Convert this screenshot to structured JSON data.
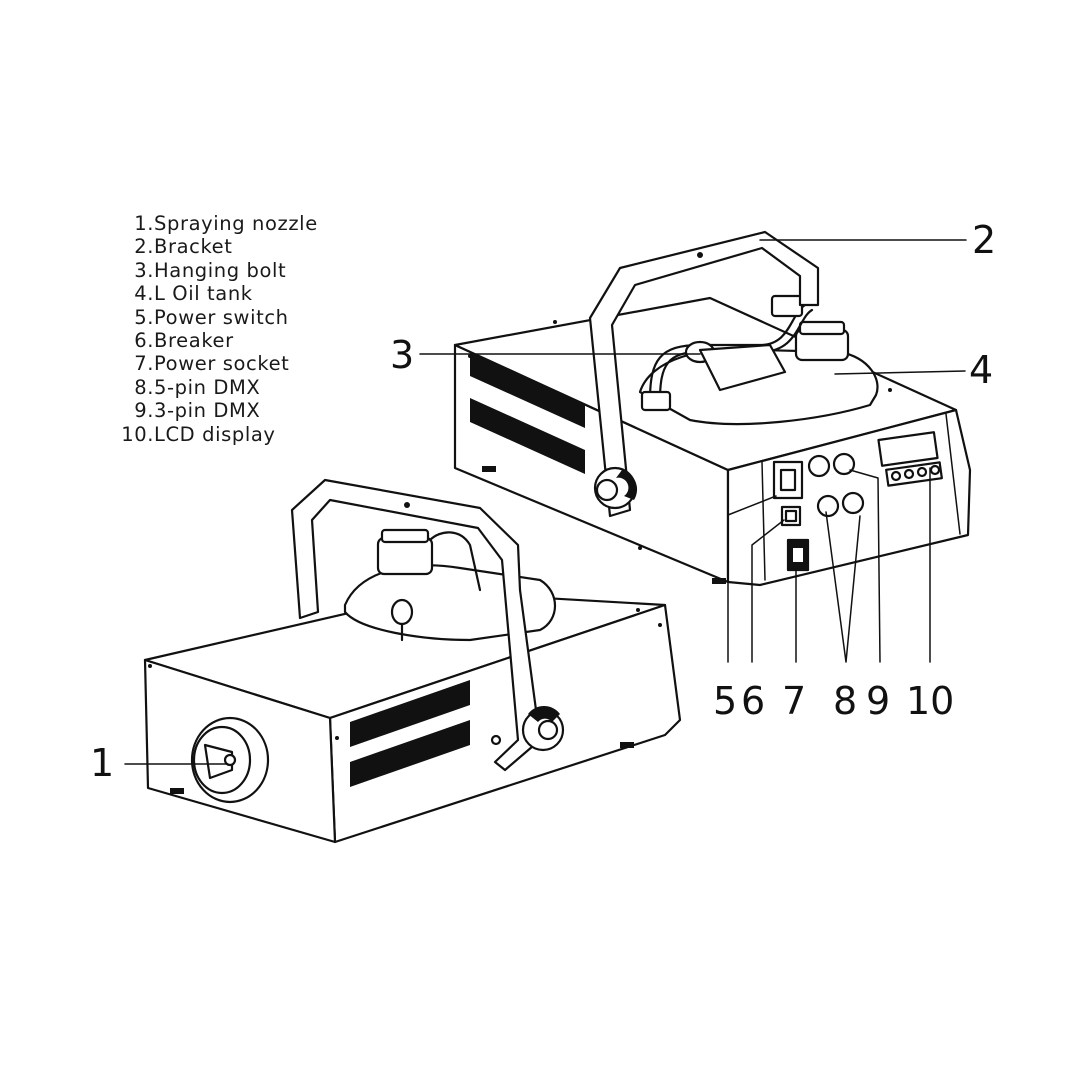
{
  "legend": {
    "items": [
      {
        "num": "1.",
        "label": "Spraying nozzle"
      },
      {
        "num": "2.",
        "label": "Bracket"
      },
      {
        "num": "3.",
        "label": "Hanging bolt"
      },
      {
        "num": "4.",
        "label": "L Oil tank"
      },
      {
        "num": "5.",
        "label": "Power switch"
      },
      {
        "num": "6.",
        "label": "Breaker"
      },
      {
        "num": "7.",
        "label": "Power socket"
      },
      {
        "num": "8.",
        "label": "5-pin DMX"
      },
      {
        "num": "9.",
        "label": "3-pin DMX"
      },
      {
        "num": "10.",
        "label": "LCD display"
      }
    ]
  },
  "callouts": {
    "c1": "1",
    "c2": "2",
    "c3": "3",
    "c4": "4",
    "c5": "5",
    "c6": "6",
    "c7": "7",
    "c8": "8",
    "c9": "9",
    "c10": "10"
  },
  "colors": {
    "ink": "#111111",
    "background": "#ffffff"
  }
}
